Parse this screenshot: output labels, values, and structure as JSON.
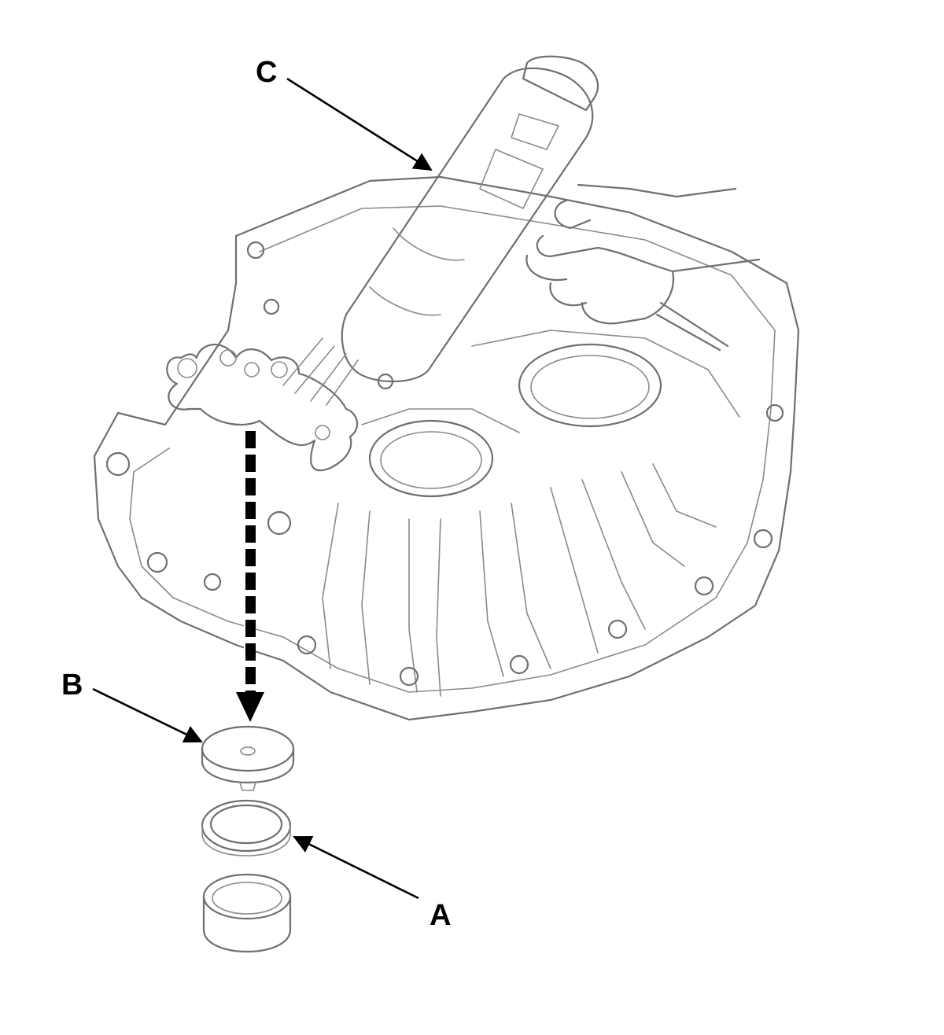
{
  "callouts": {
    "a": "A",
    "b": "B",
    "c": "C"
  },
  "colors": {
    "line_art": "#6f6f6f",
    "leader": "#000000",
    "background": "#ffffff"
  }
}
